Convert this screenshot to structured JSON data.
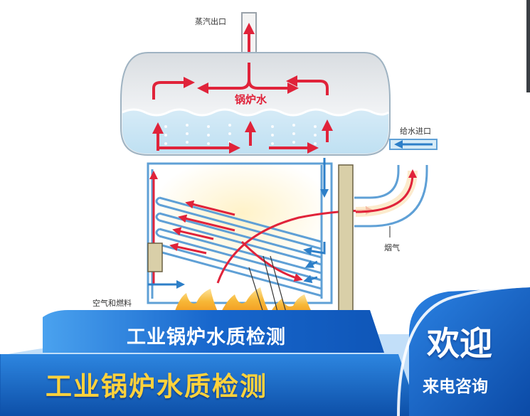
{
  "diagram": {
    "steam_outlet_label": "蒸汽出口",
    "boiler_water_label": "锅炉水",
    "feedwater_inlet_label": "给水进口",
    "flue_gas_label": "烟气",
    "air_fuel_label": "空气和燃料"
  },
  "banner": {
    "title_small": "工业锅炉水质检测",
    "title_large": "工业锅炉水质检测",
    "welcome": "欢迎",
    "call_to_action": "来电咨询"
  },
  "colors": {
    "arrow_red": "#e0233a",
    "pipe_blue": "#2d7fc8",
    "banner_blue": "#1766cc",
    "title_yellow": "#ffd23c"
  }
}
